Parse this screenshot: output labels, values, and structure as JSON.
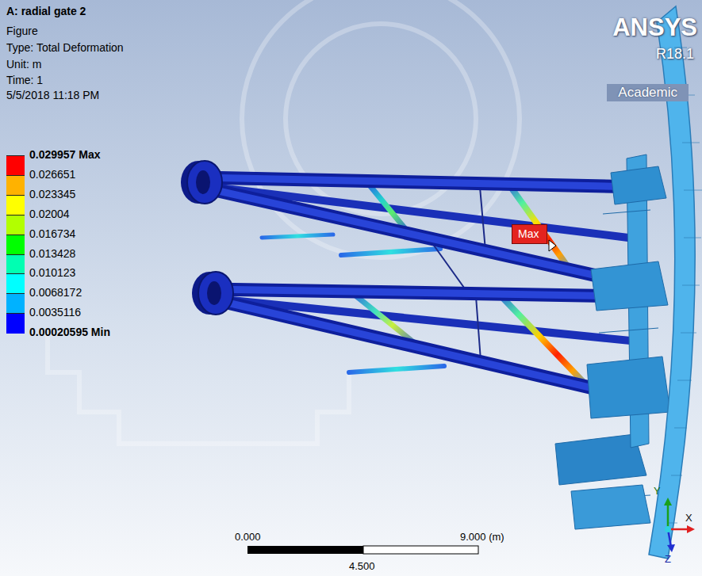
{
  "diagram": {
    "title": "A: radial gate 2",
    "nodes": [
      {
        "text": [
          "Max"
        ]
      }
    ],
    "labels": [
      "Figure",
      "Type: Total Deformation",
      "Unit: m",
      "Time: 1",
      "5/5/2018 11:18 PM",
      "ANSYS",
      "R18.1",
      "Academic",
      "0.000",
      "9.000 (m)",
      "4.500",
      "Y",
      "X",
      "Z"
    ],
    "legend": [
      {
        "text": "0.029957 Max",
        "color": "#ff0000"
      },
      {
        "text": "0.026651",
        "color": "#ffb200"
      },
      {
        "text": "0.023345",
        "color": "#ffff00"
      },
      {
        "text": "0.02004",
        "color": "#b2ff00"
      },
      {
        "text": "0.016734",
        "color": "#00ff00"
      },
      {
        "text": "0.013428",
        "color": "#00ffb2"
      },
      {
        "text": "0.010123",
        "color": "#00ffff"
      },
      {
        "text": "0.0068172",
        "color": "#00b2ff"
      },
      {
        "text": "0.0035116",
        "color": "#0000ff"
      },
      {
        "text": "0.00020595 Min"
      }
    ]
  }
}
